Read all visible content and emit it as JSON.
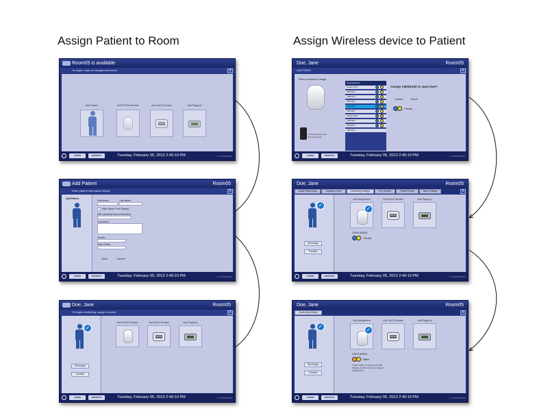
{
  "columns": {
    "left_title": "Assign Patient to Room",
    "right_title": "Assign Wireless device to Patient"
  },
  "status": {
    "admin": "ADMIN",
    "reports": "REPORTS",
    "date": "Tuesday, February 05, 2013 2:40:10 PM",
    "version": "v 1.0.4778.31134"
  },
  "close": "X",
  "screen_l1": {
    "title": "Room05 is available",
    "subtitle": "To begin, make an assignment below.",
    "cards": [
      "Add Patient",
      "Add PG500 Monitor",
      "Add SpO2 Monitor",
      "Add Pager(s)"
    ]
  },
  "screen_l2": {
    "title": "Add Patient",
    "room": "Room05",
    "subtitle": "Enter patient information below.",
    "panel_label": "Add Patient",
    "first_name": "First Name",
    "last_name": "Last Name",
    "hide_name": "Hide Name From Display",
    "mrn": "MRN (Medical Record Number)",
    "comments": "Comments",
    "gender": "Gender",
    "dob": "Date of Birth",
    "save": "Save",
    "cancel": "Cancel"
  },
  "screen_l3": {
    "title": "Doe, Jane",
    "room": "Room05",
    "subtitle": "To begin monitoring, assign a device.",
    "cards": [
      "Add PG500 Monitor",
      "Add SpO2 Monitor",
      "Add Pager(s)"
    ],
    "discharge": "Discharge",
    "transfer": "Transfer"
  },
  "screen_r1": {
    "title": "Doe, Jane",
    "room": "Room05",
    "subtitle": "Add PG500",
    "select_label": "Select a monitor to assign",
    "list_head": "Original Monitor",
    "rows": [
      "Original_0003",
      "CB001000",
      "CB001200",
      "CB001500",
      "CB001400",
      "CB001500",
      "Original_0002",
      "CB001900",
      "CB002000",
      "CB001700"
    ],
    "scan_hint": "If using scanner, scan the device code",
    "assign_question": "Assign CB001300 to Jane Doe?",
    "confirm": "Confirm",
    "cancel": "Cancel",
    "ready": "= Ready"
  },
  "screen_r2": {
    "title": "Doe, Jane",
    "room": "Room05",
    "tabs": [
      "Latest Patient Data",
      "Graphical Trend",
      "Monitoring Settings",
      "Run Reports",
      "Patient Events",
      "Alarm Settings"
    ],
    "cards": [
      "Edit Assignment",
      "Add SpO2 Monitor",
      "Add Pager(s)"
    ],
    "device_id": "CB001300000",
    "ready": "= Ready",
    "discharge": "Discharge",
    "transfer": "Transfer"
  },
  "screen_r3": {
    "title": "Doe, Jane",
    "room": "Room05",
    "tab": "Monitoring Settings",
    "cards": [
      "Edit Assignment",
      "Add SpO2 Monitor",
      "Add Pager(s)"
    ],
    "device_id": "CB001300000",
    "offline": "Offline",
    "offline_note": "Confirm battery is inserted and fully charged. Confirm device is in range of hospital Wi-Fi.",
    "discharge": "Discharge",
    "transfer": "Transfer"
  },
  "spo2_label": "SPO2"
}
